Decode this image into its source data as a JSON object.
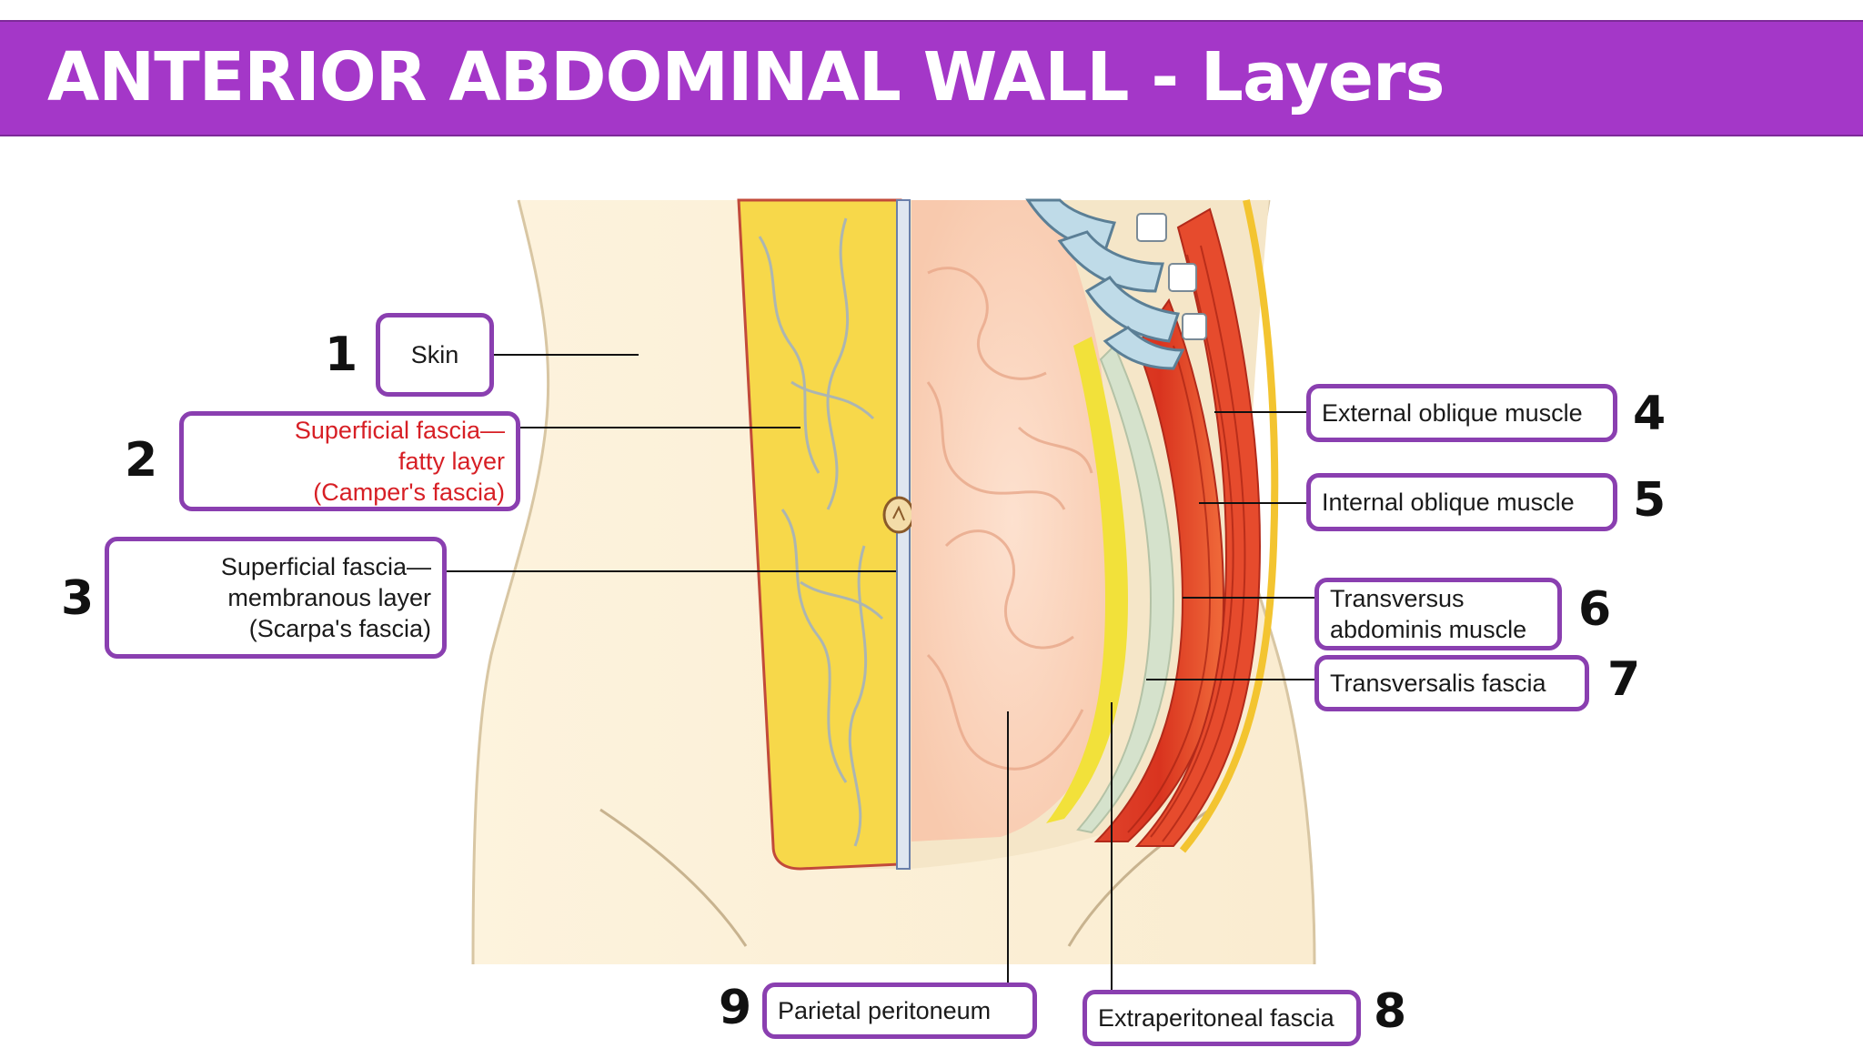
{
  "title": "ANTERIOR ABDOMINAL WALL - Layers",
  "colors": {
    "title_bg": "#a437c8",
    "box_border": "#8a3fb0",
    "red_text": "#d71f25"
  },
  "labels": [
    {
      "num": "1",
      "lines": [
        "Skin"
      ]
    },
    {
      "num": "2",
      "lines": [
        "Superficial fascia—",
        "fatty layer",
        "(Camper's fascia)"
      ]
    },
    {
      "num": "3",
      "lines": [
        "Superficial fascia—",
        "membranous layer",
        "(Scarpa's fascia)"
      ]
    },
    {
      "num": "4",
      "lines": [
        "External oblique muscle"
      ]
    },
    {
      "num": "5",
      "lines": [
        "Internal oblique muscle"
      ]
    },
    {
      "num": "6",
      "lines": [
        "Transversus",
        "abdominis muscle"
      ]
    },
    {
      "num": "7",
      "lines": [
        "Transversalis fascia"
      ]
    },
    {
      "num": "8",
      "lines": [
        "Extraperitoneal fascia"
      ]
    },
    {
      "num": "9",
      "lines": [
        "Parietal peritoneum"
      ]
    }
  ]
}
